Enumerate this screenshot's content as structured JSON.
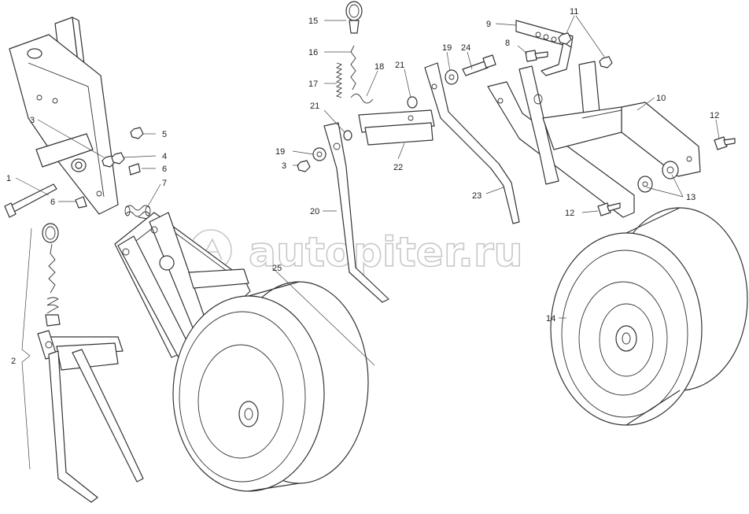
{
  "diagram": {
    "watermark": "autopiter.ru",
    "callouts": [
      "1",
      "2",
      "3",
      "4",
      "5",
      "6",
      "6",
      "7",
      "25",
      "15",
      "16",
      "17",
      "18",
      "21",
      "21",
      "19",
      "19",
      "24",
      "3",
      "22",
      "20",
      "23",
      "9",
      "8",
      "11",
      "10",
      "12",
      "12",
      "13",
      "14"
    ],
    "colors": {
      "line": "#333333",
      "background": "#ffffff",
      "watermark": "#c8c8c8"
    }
  }
}
